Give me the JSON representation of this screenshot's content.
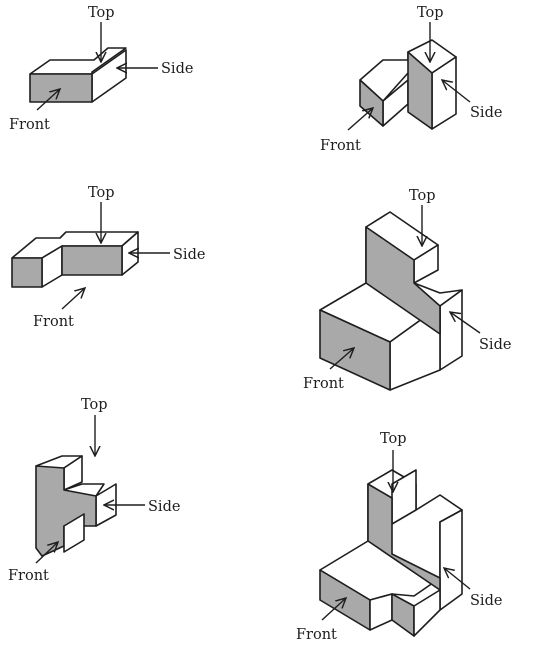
{
  "colors": {
    "front_face": "#a9a9a9",
    "other_faces": "#ffffff",
    "outline": "#1e1e1e"
  },
  "figures": [
    {
      "id": "fig-1",
      "top": "Top",
      "side": "Side",
      "front": "Front"
    },
    {
      "id": "fig-2",
      "top": "Top",
      "side": "Side",
      "front": "Front"
    },
    {
      "id": "fig-3",
      "top": "Top",
      "side": "Side",
      "front": "Front"
    },
    {
      "id": "fig-4",
      "top": "Top",
      "side": "Side",
      "front": "Front"
    },
    {
      "id": "fig-5",
      "top": "Top",
      "side": "Side",
      "front": "Front"
    },
    {
      "id": "fig-6",
      "top": "Top",
      "side": "Side",
      "front": "Front"
    }
  ]
}
